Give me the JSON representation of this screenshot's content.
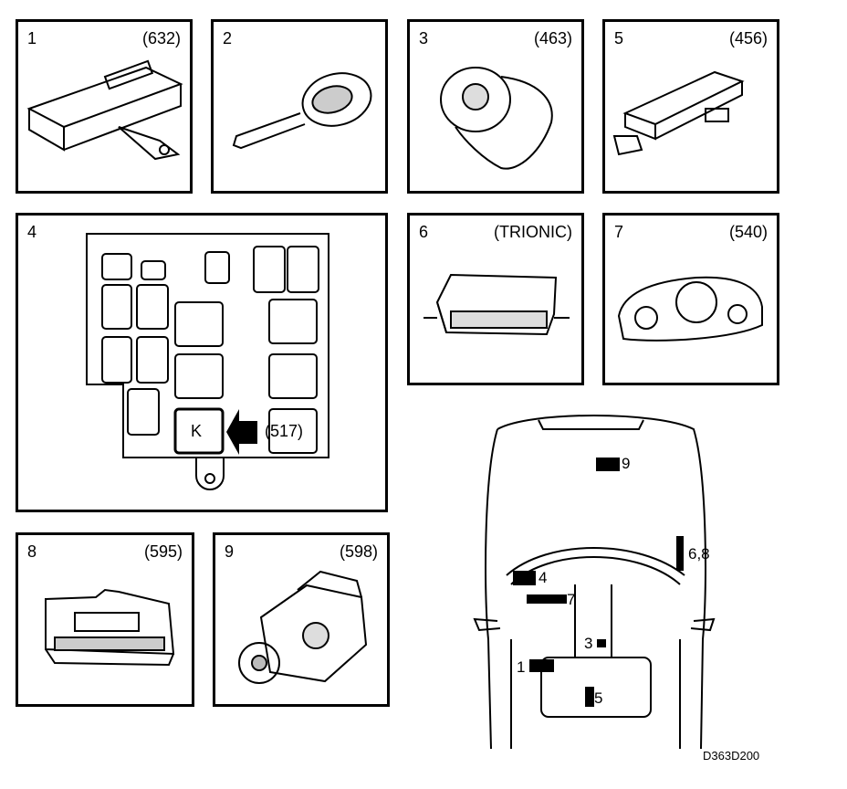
{
  "panels": [
    {
      "num": "1",
      "code": "(632)"
    },
    {
      "num": "2",
      "code": ""
    },
    {
      "num": "3",
      "code": "(463)"
    },
    {
      "num": "5",
      "code": "(456)"
    },
    {
      "num": "4",
      "code": ""
    },
    {
      "num": "6",
      "code": "(TRIONIC)"
    },
    {
      "num": "7",
      "code": "(540)"
    },
    {
      "num": "8",
      "code": "(595)"
    },
    {
      "num": "9",
      "code": "(598)"
    }
  ],
  "fusebox": {
    "relay_label": "K",
    "relay_code": "(517)"
  },
  "car_markers": {
    "m9": "9",
    "m68": "6,8",
    "m4": "4",
    "m7": "7",
    "m3": "3",
    "m1": "1",
    "m5": "5"
  },
  "reference": "D363D200"
}
